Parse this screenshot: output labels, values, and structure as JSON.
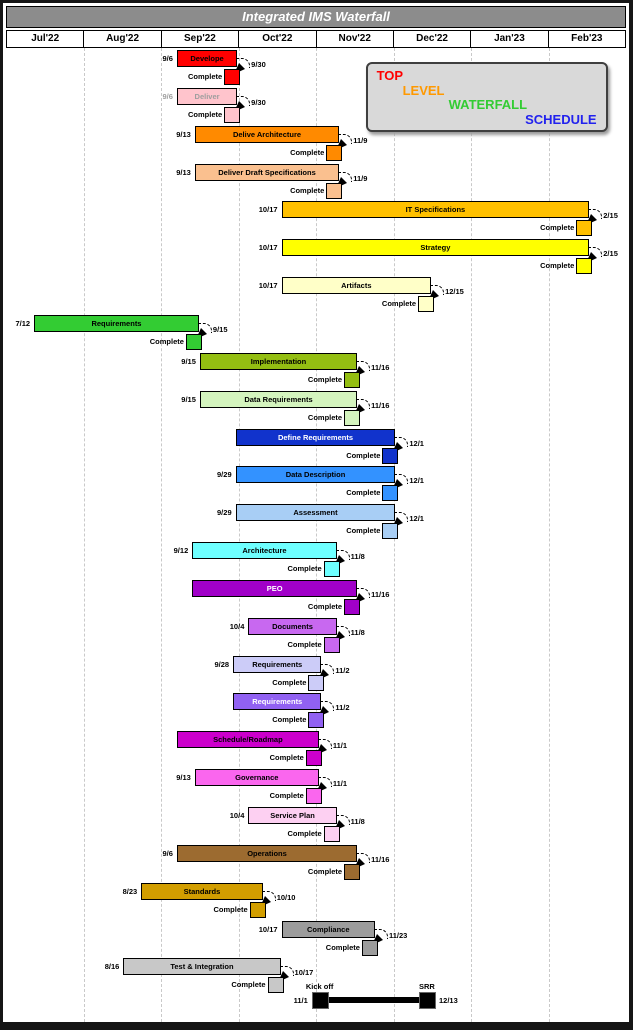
{
  "title": "Integrated IMS Waterfall",
  "months": [
    "Jul'22",
    "Aug'22",
    "Sep'22",
    "Oct'22",
    "Nov'22",
    "Dec'22",
    "Jan'23",
    "Feb'23"
  ],
  "complete_label": "Complete",
  "legend": {
    "lines": [
      {
        "text": "TOP",
        "color": "#FF0000"
      },
      {
        "text": "LEVEL",
        "color": "#FF9900"
      },
      {
        "text": "WATERFALL",
        "color": "#33CC33"
      },
      {
        "text": "SCHEDULE",
        "color": "#2222EE"
      }
    ]
  },
  "chart_data": {
    "type": "bar",
    "subtype": "gantt-waterfall",
    "title": "Integrated IMS Waterfall",
    "timeline": {
      "start": "Jul 2022",
      "end": "Feb 2023",
      "total_days": 243
    },
    "grid": "vertical-dashed-month-lines",
    "tasks": [
      {
        "label": "Develope",
        "start": "9/6",
        "end": "9/30",
        "show_start": true,
        "color": "#FF0000"
      },
      {
        "label": "Deliver",
        "start": "9/6",
        "end": "9/30",
        "show_start": true,
        "start_muted": true,
        "color": "#FFC4CC",
        "text_color": "#9E9E9E"
      },
      {
        "label": "Delive Architecture",
        "start": "9/13",
        "end": "11/9",
        "show_start": true,
        "color": "#FF8A00"
      },
      {
        "label": "Deliver Draft Specifications",
        "start": "9/13",
        "end": "11/9",
        "show_start": true,
        "color": "#FAC08F"
      },
      {
        "label": "IT Specifications",
        "start": "10/17",
        "end": "2/15",
        "show_start": true,
        "color": "#FFC000"
      },
      {
        "label": "Strategy",
        "start": "10/17",
        "end": "2/15",
        "show_start": true,
        "color": "#FFFF00"
      },
      {
        "label": "Artifacts",
        "start": "10/17",
        "end": "12/15",
        "show_start": true,
        "color": "#FFFFC8"
      },
      {
        "label": "Requirements",
        "start": "7/12",
        "end": "9/15",
        "show_start": true,
        "color": "#33CC33"
      },
      {
        "label": "Implementation",
        "start": "9/15",
        "end": "11/16",
        "show_start": true,
        "color": "#94BE12"
      },
      {
        "label": "Data Requirements",
        "start": "9/15",
        "end": "11/16",
        "show_start": true,
        "color": "#D4F4BE"
      },
      {
        "label": "Define Requirements",
        "start": "9/29",
        "end": "12/1",
        "show_start": false,
        "color": "#1133CC",
        "text_color": "#FFFFFF"
      },
      {
        "label": "Data Description",
        "start": "9/29",
        "end": "12/1",
        "show_start": true,
        "color": "#3392FF"
      },
      {
        "label": "Assessment",
        "start": "9/29",
        "end": "12/1",
        "show_start": true,
        "color": "#A8CEF5"
      },
      {
        "label": "Architecture",
        "start": "9/12",
        "end": "11/8",
        "show_start": true,
        "color": "#6EFFFF"
      },
      {
        "label": "PEO",
        "start": "9/12",
        "end": "11/16",
        "show_start": false,
        "color": "#A100C9",
        "text_color": "#FFFFFF"
      },
      {
        "label": "Documents",
        "start": "10/4",
        "end": "11/8",
        "show_start": true,
        "color": "#C868F0"
      },
      {
        "label": "Requirements",
        "start": "9/28",
        "end": "11/2",
        "show_start": true,
        "color": "#CCCCF8"
      },
      {
        "label": "Requirements",
        "start": "9/28",
        "end": "11/2",
        "show_start": false,
        "color": "#9161F2",
        "text_color": "#FFFFFF"
      },
      {
        "label": "Schedule/Roadmap",
        "start": "9/6",
        "end": "11/1",
        "show_start": false,
        "color": "#CC00CC"
      },
      {
        "label": "Governance",
        "start": "9/13",
        "end": "11/1",
        "show_start": true,
        "color": "#FA66EE"
      },
      {
        "label": "Service Plan",
        "start": "10/4",
        "end": "11/8",
        "show_start": true,
        "color": "#FDD0F2"
      },
      {
        "label": "Operations",
        "start": "9/6",
        "end": "11/16",
        "show_start": true,
        "color": "#9C6B30"
      },
      {
        "label": "Standards",
        "start": "8/23",
        "end": "10/10",
        "show_start": true,
        "color": "#D29E00"
      },
      {
        "label": "Compliance",
        "start": "10/17",
        "end": "11/23",
        "show_start": true,
        "color": "#9C9C9C"
      },
      {
        "label": "Test & Integration",
        "start": "8/16",
        "end": "10/17",
        "show_start": true,
        "color": "#C8C8C8"
      }
    ],
    "kickoff": {
      "start_label": "Kick off",
      "start_date": "11/1",
      "end_label": "SRR",
      "end_date": "12/13"
    }
  }
}
